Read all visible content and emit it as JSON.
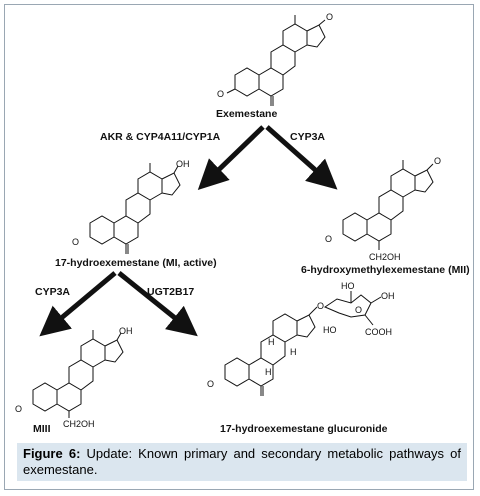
{
  "compounds": {
    "exemestane": "Exemestane",
    "mi": "17-hydroexemestane (MI, active)",
    "mii": "6-hydroxymethylexemestane (MII)",
    "miii": "MIII",
    "glucuronide": "17-hydroexemestane glucuronide"
  },
  "enzymes": {
    "akr": "AKR & CYP4A11/CYP1A",
    "cyp3a_upper": "CYP3A",
    "cyp3a_lower": "CYP3A",
    "ugt": "UGT2B17"
  },
  "atoms": {
    "oxygen": "O",
    "hydroxyl": "OH",
    "hydroxymethyl": "CH2OH",
    "hydrogen": "H",
    "ho": "HO",
    "acid": "COOH"
  },
  "caption": {
    "lead": "Figure 6:",
    "text": " Update: Known primary and secondary metabolic pathways of exemestane."
  },
  "colors": {
    "caption_background": "#dbe6ef",
    "frame_border": "#9aa7b3"
  }
}
